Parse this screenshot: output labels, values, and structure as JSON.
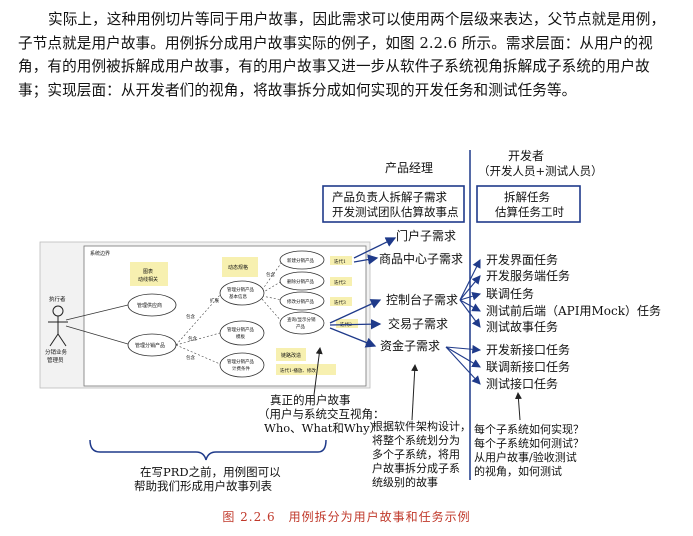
{
  "paragraph": "实际上，这种用例切片等同于用户故事，因此需求可以使用两个层级来表达，父节点就是用例，子节点就是用户故事。用例拆分成用户故事实际的例子，如图 2.2.6 所示。需求层面：从用户的视角，有的用例被拆解成用户故事，有的用户故事又进一步从软件子系统视角拆解成子系统的用户故事；实现层面：从开发者们的视角，将故事拆分成如何实现的开发任务和测试任务等。",
  "header_pm": "产品经理",
  "header_dev": "开发者",
  "header_dev_sub": "（开发人员+测试人员）",
  "box_pm": [
    "产品负责人拆解子需求",
    "开发测试团队估算故事点"
  ],
  "box_dev": [
    "拆解任务",
    "估算任务工时"
  ],
  "stories": [
    "门户子需求",
    "商品中心子需求",
    "控制台子需求",
    "交易子需求",
    "资金子需求"
  ],
  "tasks_group1": [
    "开发界面任务",
    "开发服务端任务",
    "联调任务",
    "测试前后端（API用Mock）任务",
    "测试故事任务"
  ],
  "tasks_group2": [
    "开发新接口任务",
    "联调新接口任务",
    "测试接口任务"
  ],
  "usecase": {
    "system_label": "系统边界",
    "actor_label": "执行者",
    "actor_role": [
      "分销业务",
      "管理员"
    ],
    "use_manage_supplier": "管理供应商",
    "use_manage_product": "管理分销产品",
    "note_fund": [
      "图表",
      "动线相关"
    ],
    "note_activity": "动态规格",
    "ext1": "扩展",
    "ext2": "包含",
    "ext3": "包含",
    "ext4": "包含",
    "ext5": "包含",
    "mid_pub": [
      "管理分销产品",
      "基本信息"
    ],
    "mid_price": [
      "管理分销产品",
      "模板"
    ],
    "mid_rule": [
      "管理分销产品",
      "计费条件"
    ],
    "right1": "新建分销产品",
    "right2": "删除分销产品",
    "right3": "修改分销产品",
    "right4": [
      "查询/显示分销",
      "产品"
    ],
    "tag1": "迭代1",
    "tag2": "迭代2",
    "tag3": "迭代3",
    "tag4": "迭代2",
    "note_chain": "链路改造",
    "note_iter": "迭代1-播放、修改"
  },
  "ann_true_story": [
    "真正的用户故事",
    "（用户与系统交互视角：",
    "Who、What和Why）"
  ],
  "ann_prd": [
    "在写PRD之前，用例图可以",
    "帮助我们形成用户故事列表"
  ],
  "ann_arch": [
    "根据软件架构设计，",
    "将整个系统划分为",
    "多个子系统，将用",
    "户故事拆分成子系",
    "统级别的故事"
  ],
  "ann_dev": [
    "每个子系统如何实现？",
    "每个子系统如何测试？",
    "从用户故事/验收测试",
    "的视角，如何测试"
  ],
  "caption": "图 2.2.6　用例拆分为用户故事和任务示例"
}
